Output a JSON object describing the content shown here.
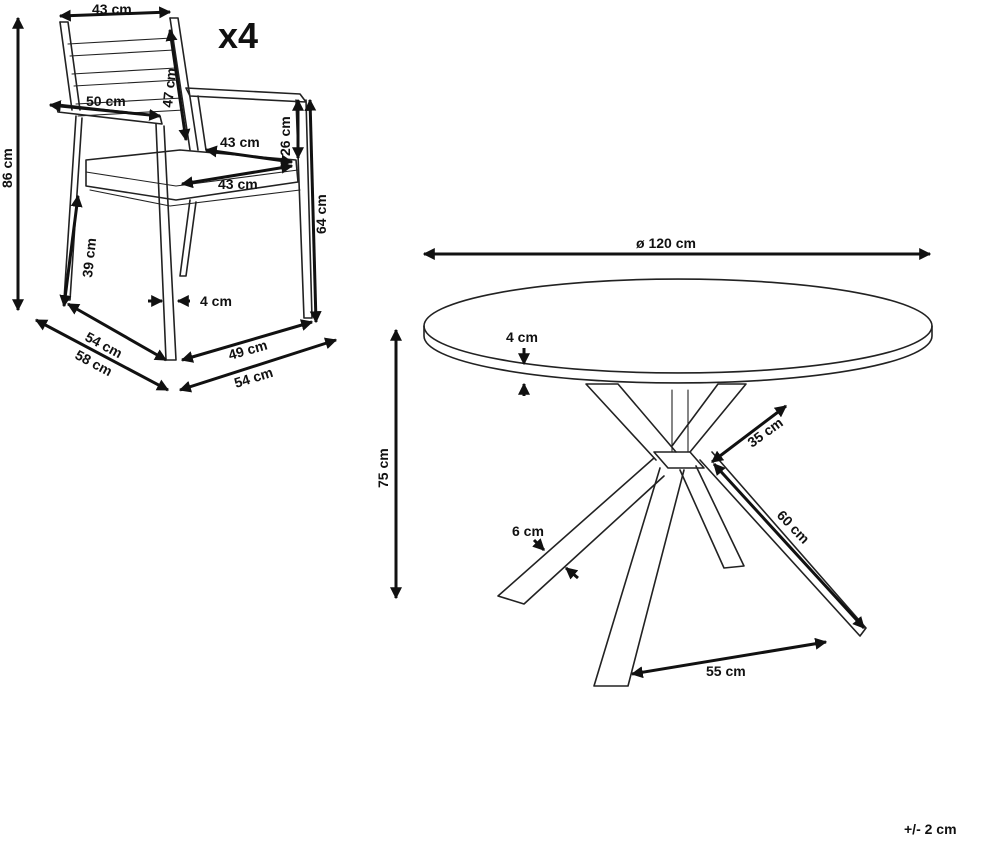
{
  "chair": {
    "quantity_label": "x4",
    "dims": {
      "back_width": "43 cm",
      "back_height": "47 cm",
      "arm_width": "50 cm",
      "inner_seat_width": "43 cm",
      "seat_width": "43 cm",
      "armrest_height": "26 cm",
      "arm_height": "64 cm",
      "total_height": "86 cm",
      "seat_height": "39 cm",
      "leg_thickness": "4 cm",
      "seat_depth": "54 cm",
      "total_depth": "58 cm",
      "leg_spacing": "49 cm",
      "total_width": "54 cm"
    }
  },
  "table": {
    "dims": {
      "diameter": "ø 120 cm",
      "top_thickness": "4 cm",
      "height": "75 cm",
      "leg_offset": "35 cm",
      "leg_length": "60 cm",
      "leg_thickness": "6 cm",
      "foot_spacing": "55 cm"
    }
  },
  "tolerance": "+/- 2 cm"
}
